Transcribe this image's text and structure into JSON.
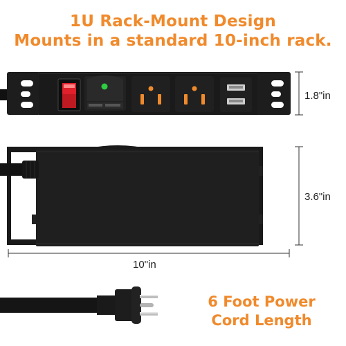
{
  "headline": {
    "line1": "1U Rack-Mount Design",
    "line2": "Mounts in a standard 10-inch rack."
  },
  "dimensions": {
    "height_front": "1.8\"in",
    "depth": "3.6\"in",
    "width": "10\"in"
  },
  "callout": {
    "line1": "6 Foot Power",
    "line2": "Cord Length"
  },
  "colors": {
    "accent": "#f08a2c",
    "unit_body": "#1b1b1b",
    "switch_red": "#e0202a",
    "indicator_green": "#2ecc40",
    "outlet_orange": "#f08a2c"
  }
}
